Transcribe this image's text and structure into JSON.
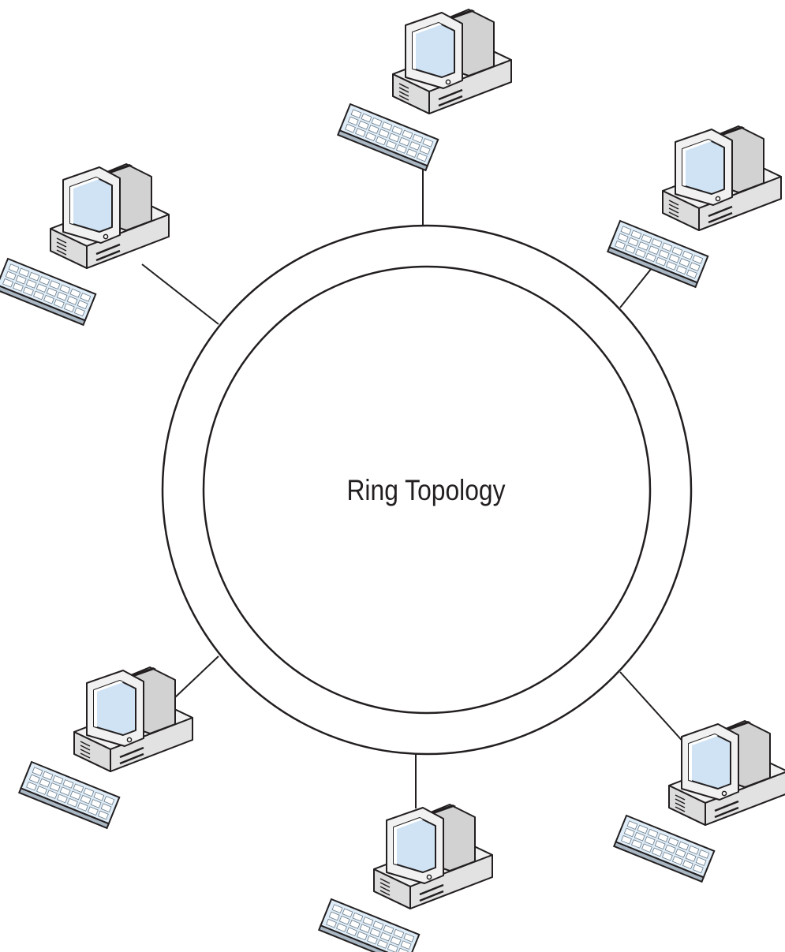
{
  "diagram": {
    "label": "Ring Topology",
    "node_count": 6,
    "colors": {
      "line": "#231f20",
      "body": "#f1f1f1",
      "body_side": "#dcdcdc",
      "body_dark": "#c4c4c4",
      "screen": "#cfe3f4",
      "keyboard": "#dfedf8",
      "key": "#ffffff",
      "background": "#ffffff"
    },
    "nodes": [
      {
        "name": "computer-top",
        "icon": "desktop-computer-icon"
      },
      {
        "name": "computer-upper-right",
        "icon": "desktop-computer-icon"
      },
      {
        "name": "computer-lower-right",
        "icon": "desktop-computer-icon"
      },
      {
        "name": "computer-bottom",
        "icon": "desktop-computer-icon"
      },
      {
        "name": "computer-lower-left",
        "icon": "desktop-computer-icon"
      },
      {
        "name": "computer-upper-left",
        "icon": "desktop-computer-icon"
      }
    ]
  }
}
